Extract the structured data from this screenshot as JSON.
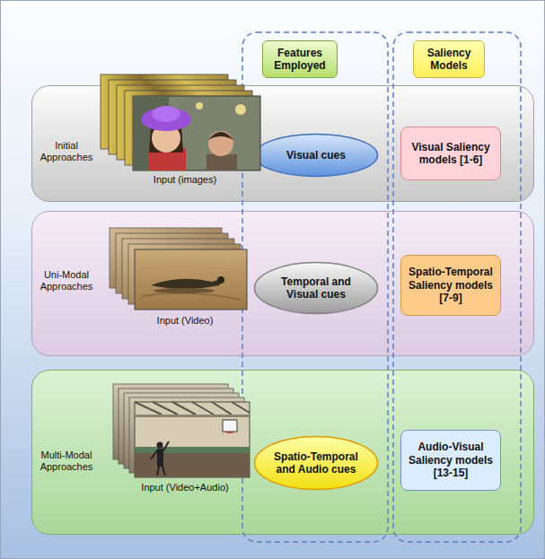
{
  "diagram": {
    "nodes": [
      {
        "text": [
          "Features Employed"
        ]
      },
      {
        "text": [
          "Saliency Models"
        ]
      },
      {
        "text": [
          "Initial Approaches",
          "Input (images)"
        ]
      },
      {
        "text": [
          "Visual cues"
        ],
        "in": 2
      },
      {
        "text": [
          "Visual Saliency models [1-6]"
        ],
        "in": 2
      },
      {
        "text": [
          "Uni-Modal Approaches",
          "Input (Video)"
        ]
      },
      {
        "text": [
          "Temporal and Visual cues"
        ],
        "in": 5
      },
      {
        "text": [
          "Spatio-Temporal Saliency models [7-9]"
        ],
        "in": 5
      },
      {
        "text": [
          "Multi-Modal Approaches",
          "Input (Video+Audio)"
        ]
      },
      {
        "text": [
          "Spatio-Temporal and Audio cues"
        ],
        "in": 8
      },
      {
        "text": [
          "Audio-Visual Saliency models [13-15]"
        ],
        "in": 8
      }
    ]
  }
}
